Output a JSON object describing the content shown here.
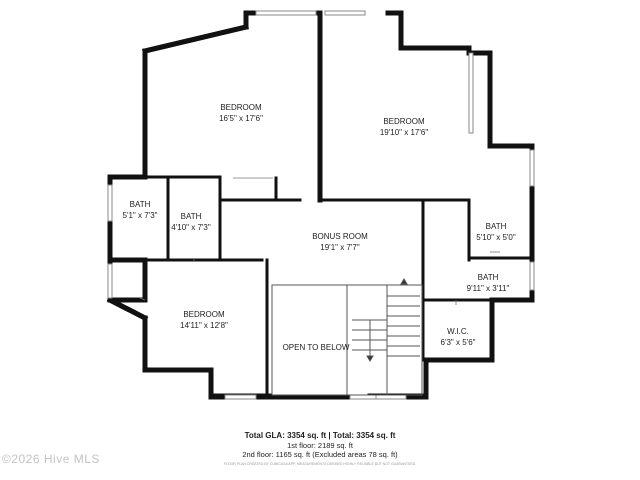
{
  "rooms": {
    "bedroom_left": {
      "name": "BEDROOM",
      "dims": "16'5\" x 17'6\""
    },
    "bedroom_right": {
      "name": "BEDROOM",
      "dims": "19'10\" x 17'6\""
    },
    "bath_left_outer": {
      "name": "BATH",
      "dims": "5'1\" x 7'3\""
    },
    "bath_left_inner": {
      "name": "BATH",
      "dims": "4'10\" x 7'3\""
    },
    "bonus_room": {
      "name": "BONUS ROOM",
      "dims": "19'1\" x 7'7\""
    },
    "bath_right_top": {
      "name": "BATH",
      "dims": "5'10\" x 5'0\""
    },
    "bath_right_bottom": {
      "name": "BATH",
      "dims": "9'11\" x 3'11\""
    },
    "wic": {
      "name": "W.I.C.",
      "dims": "6'3\" x 5'6\""
    },
    "bedroom_bottom": {
      "name": "BEDROOM",
      "dims": "14'11\" x 12'8\""
    },
    "open_to_below": {
      "name": "OPEN TO BELOW"
    }
  },
  "summary": {
    "total": "Total GLA: 3354 sq. ft | Total: 3354 sq. ft",
    "floor1": "1st floor: 2189 sq. ft",
    "floor2": "2nd floor: 1165 sq. ft (Excluded areas 78 sq. ft)",
    "disclaimer": "FLOOR PLAN CREATED BY CUBICASA APP. MEASUREMENTS DEEMED HIGHLY RELIABLE BUT NOT GUARANTEED."
  },
  "watermark": "©2026 Hive MLS",
  "colors": {
    "wall": "#111111",
    "window": "#9a9a9a",
    "background": "#ffffff"
  }
}
